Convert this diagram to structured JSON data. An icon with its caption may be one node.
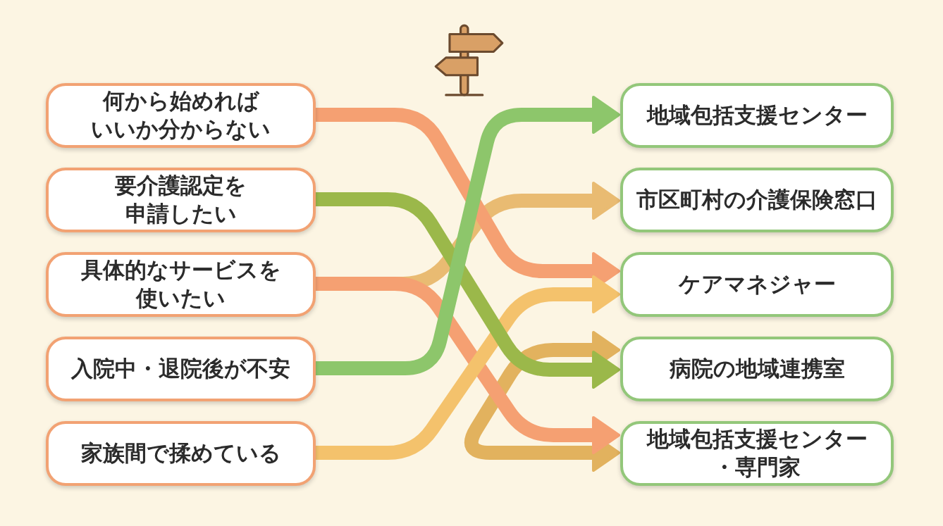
{
  "diagram": {
    "nodes": [
      {
        "text": [
          "何から始めればいいか分からない"
        ]
      },
      {
        "text": [
          "要介護認定を申請したい"
        ]
      },
      {
        "text": [
          "具体的なサービスを使いたい"
        ]
      },
      {
        "text": [
          "入院中・退院後が不安"
        ]
      },
      {
        "text": [
          "家族間で揉めている"
        ]
      },
      {
        "text": [
          "地域包括支援センター"
        ]
      },
      {
        "text": [
          "市区町村の介護保険窓口"
        ]
      },
      {
        "text": [
          "ケアマネジャー"
        ]
      },
      {
        "text": [
          "病院の地域連携室"
        ]
      },
      {
        "text": [
          "地域包括支援センター・専門家"
        ]
      }
    ],
    "edges": [
      {
        "from": 0,
        "to": 7,
        "arrow": "to",
        "color": "#f5a072"
      },
      {
        "from": 1,
        "to": 8,
        "arrow": "to",
        "color": "#9bb84a"
      },
      {
        "from": 2,
        "to": 9,
        "arrow": "to",
        "color": "#f5a072"
      },
      {
        "from": 3,
        "to": 5,
        "arrow": "to",
        "color": "#8dc66b"
      },
      {
        "from": 4,
        "to": 7,
        "arrow": "to",
        "color": "#f4c26c"
      },
      {
        "from": 2,
        "to": 6,
        "arrow": "to",
        "color": "#e9bb72"
      },
      {
        "from": 8,
        "to": 9,
        "arrow": "both",
        "color": "#e2b25e"
      }
    ]
  }
}
